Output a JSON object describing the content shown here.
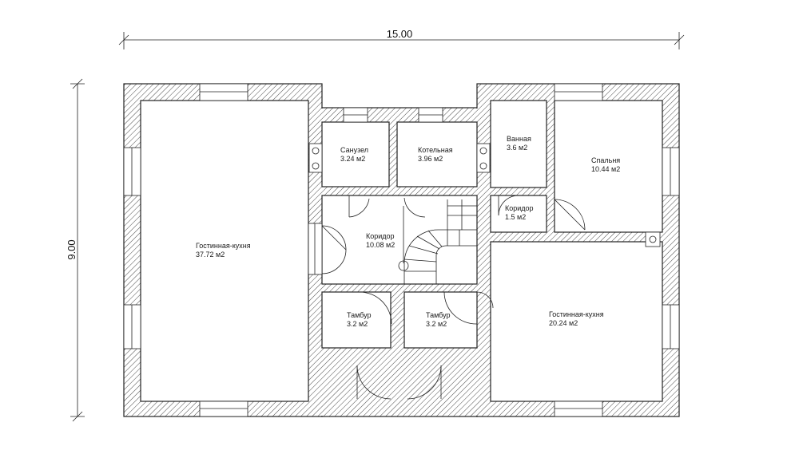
{
  "dimensions": {
    "width": "15.00",
    "height": "9.00"
  },
  "rooms": [
    {
      "name": "Гостинная-кухня",
      "area": "37.72 м2"
    },
    {
      "name": "Санузел",
      "area": "3.24 м2"
    },
    {
      "name": "Котельная",
      "area": "3.96 м2"
    },
    {
      "name": "Ванная",
      "area": "3.6 м2"
    },
    {
      "name": "Спальня",
      "area": "10.44 м2"
    },
    {
      "name": "Коридор",
      "area": "1.5 м2"
    },
    {
      "name": "Коридор",
      "area": "10.08 м2"
    },
    {
      "name": "Тамбур",
      "area": "3.2 м2"
    },
    {
      "name": "Тамбур",
      "area": "3.2 м2"
    },
    {
      "name": "Гостинная-кухня",
      "area": "20.24 м2"
    }
  ]
}
